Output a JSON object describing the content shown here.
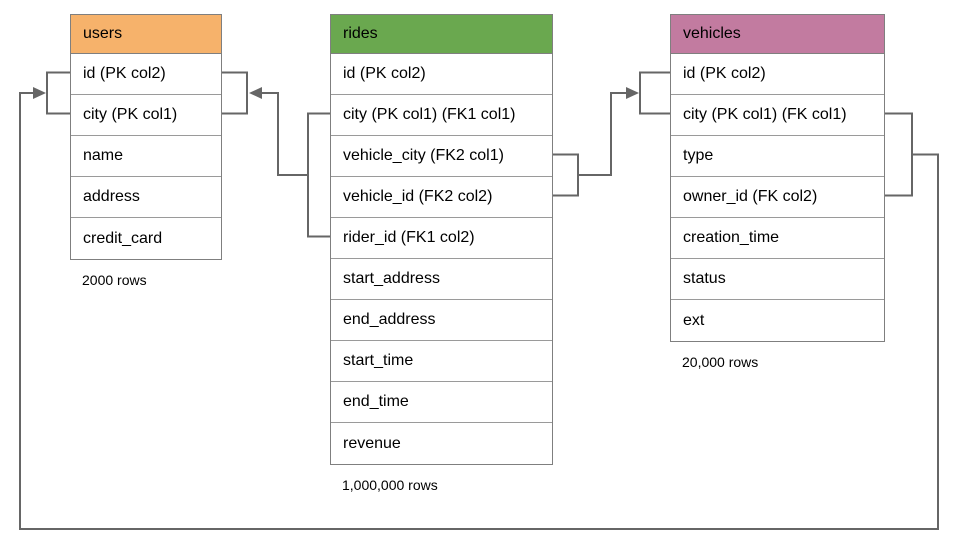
{
  "diagram": {
    "line_color": "#666666",
    "tables": [
      {
        "name": "users",
        "header_color": "#f6b26b",
        "row_count_label": "2000 rows",
        "columns": [
          "id (PK col2)",
          "city (PK col1)",
          "name",
          "address",
          "credit_card"
        ]
      },
      {
        "name": "rides",
        "header_color": "#6aa84f",
        "row_count_label": "1,000,000 rows",
        "columns": [
          "id (PK col2)",
          "city (PK col1) (FK1 col1)",
          "vehicle_city (FK2 col1)",
          "vehicle_id (FK2 col2)",
          "rider_id (FK1 col2)",
          "start_address",
          "end_address",
          "start_time",
          "end_time",
          "revenue"
        ]
      },
      {
        "name": "vehicles",
        "header_color": "#c27ba0",
        "row_count_label": "20,000 rows",
        "columns": [
          "id (PK col2)",
          "city (PK col1) (FK col1)",
          "type",
          "owner_id (FK col2)",
          "creation_time",
          "status",
          "ext"
        ]
      }
    ]
  }
}
